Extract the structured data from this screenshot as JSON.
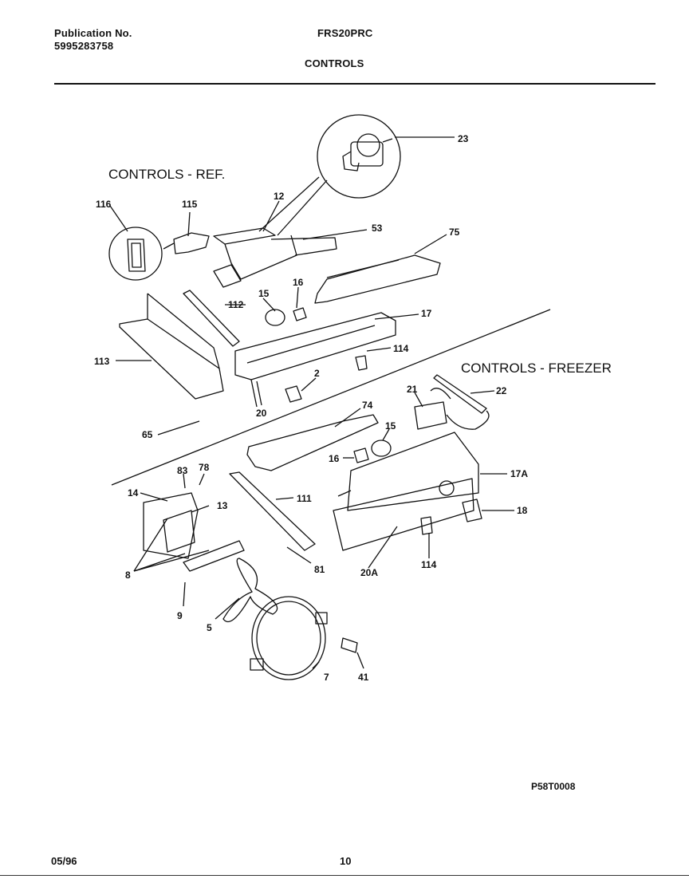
{
  "header": {
    "publication_label": "Publication No.",
    "publication_number": "5995283758",
    "model": "FRS20PRC",
    "section": "CONTROLS"
  },
  "groups": {
    "ref": "CONTROLS - REF.",
    "freezer": "CONTROLS - FREEZER"
  },
  "callouts": [
    "23",
    "12",
    "116",
    "115",
    "53",
    "75",
    "16",
    "15",
    "112",
    "17",
    "113",
    "114",
    "2",
    "20",
    "65",
    "74",
    "21",
    "22",
    "15",
    "16",
    "17A",
    "83",
    "78",
    "14",
    "13",
    "111",
    "18",
    "114",
    "8",
    "81",
    "20A",
    "9",
    "5",
    "7",
    "41"
  ],
  "figure_code": "P58T0008",
  "footer": {
    "date": "05/96",
    "page": "10"
  }
}
